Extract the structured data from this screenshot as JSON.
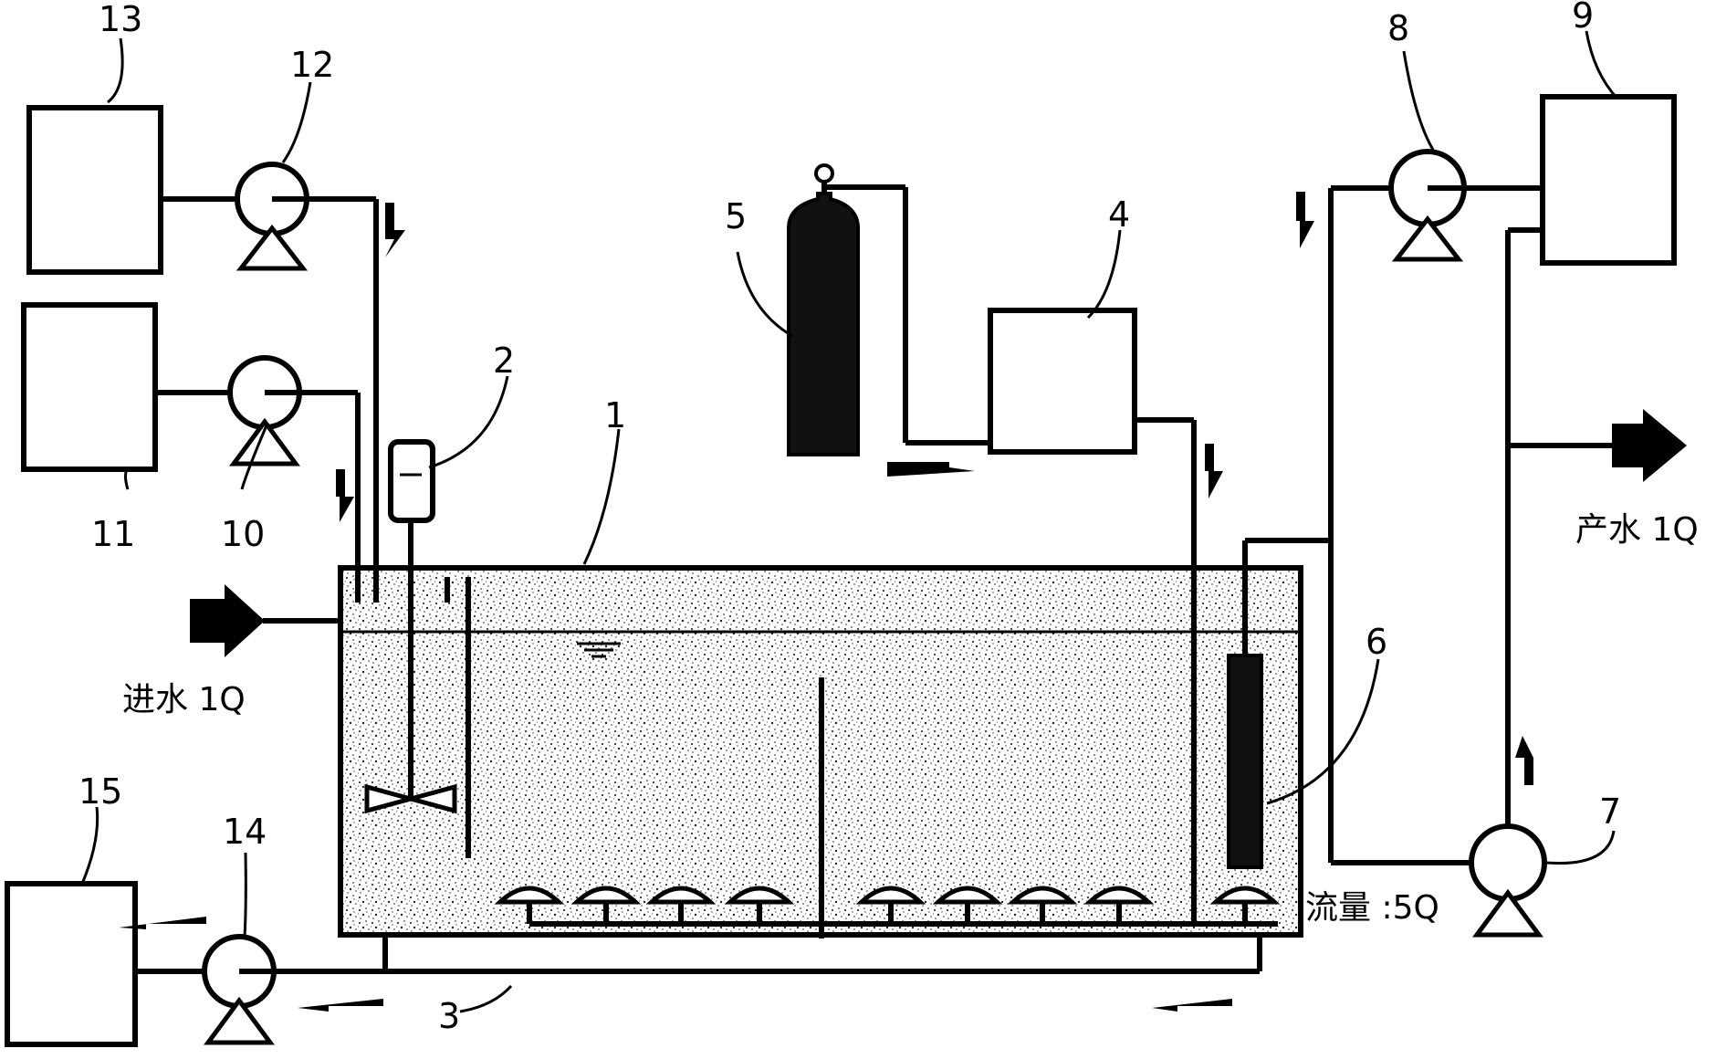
{
  "diagram": {
    "labels": {
      "reactor": "1",
      "stirrer": "2",
      "aerators": "3",
      "gas_box": "4",
      "gas_cylinder": "5",
      "membrane": "6",
      "pump_7": "7",
      "pump_8": "8",
      "tank_9": "9",
      "pump_10": "10",
      "tank_11": "11",
      "pump_12": "12",
      "tank_13": "13",
      "pump_14": "14",
      "tank_15": "15"
    },
    "inlet_text": "进水 1Q",
    "outlet_text": "产水 1Q",
    "flow_text": "流量 :5Q",
    "colors": {
      "line": "#000000",
      "background": "#ffffff"
    }
  }
}
